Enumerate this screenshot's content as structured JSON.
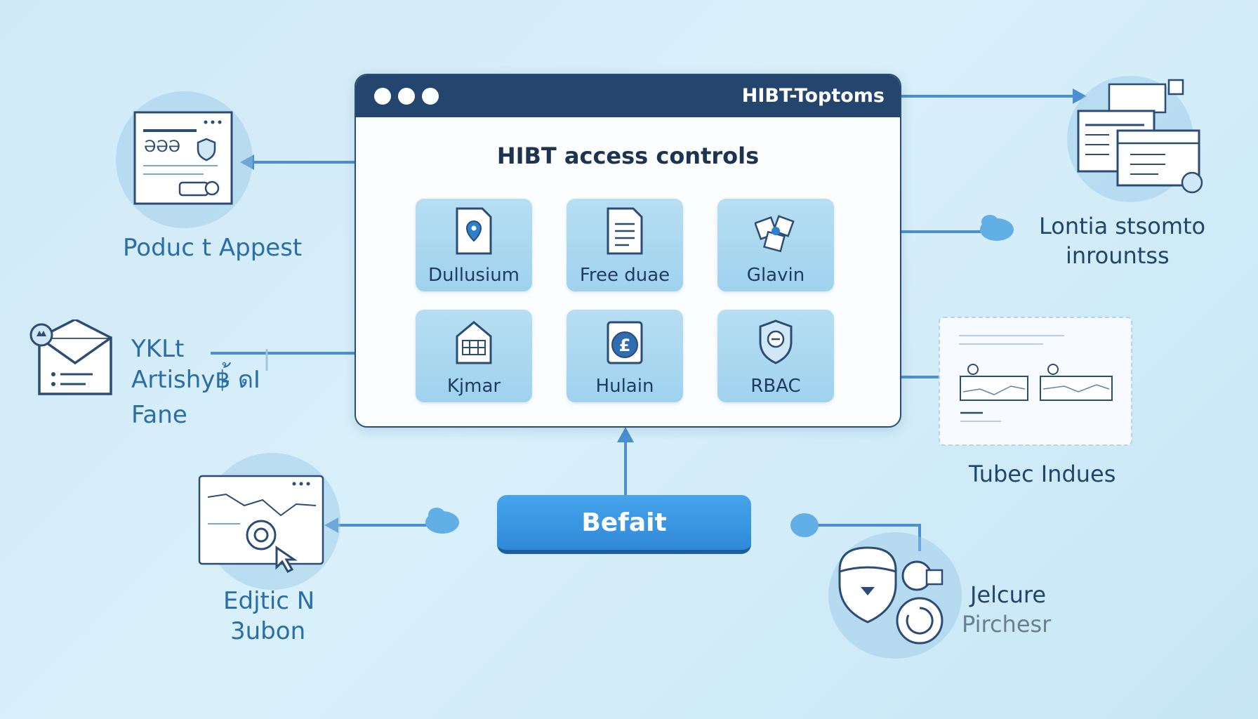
{
  "window": {
    "title": "HIBT-Toptoms",
    "heading": "HIBT access controls",
    "tiles": [
      {
        "label": "Dullusium",
        "icon": "document-pin-icon"
      },
      {
        "label": "Free duae",
        "icon": "document-lines-icon"
      },
      {
        "label": "Glavin",
        "icon": "network-puzzle-icon"
      },
      {
        "label": "Kjmar",
        "icon": "building-icon"
      },
      {
        "label": "Hulain",
        "icon": "pound-coin-icon"
      },
      {
        "label": "RBAC",
        "icon": "shield-icon"
      }
    ]
  },
  "labels": {
    "product_appest": "Poduc t Appest",
    "yklt_line1": "YKLt",
    "yklt_line2": "Artishy฿̵้ ดI",
    "yklt_line3": "Fane",
    "edjtic_line1": "Edjtic N",
    "edjtic_line2": "3ubon",
    "lontia_line1": "Lontia stsomto",
    "lontia_line2": "inrountss",
    "tubec": "Tubec Indues",
    "jelcure_line1": "Jelcure",
    "jelcure_line2": "Pirchesr"
  },
  "cta_button": "Befait",
  "colors": {
    "background": "#d2ebf8",
    "titlebar": "#24456d",
    "accent_blue": "#3d8fd6",
    "tile": "#a9d7f0",
    "label_blue": "#2a6ea8"
  }
}
